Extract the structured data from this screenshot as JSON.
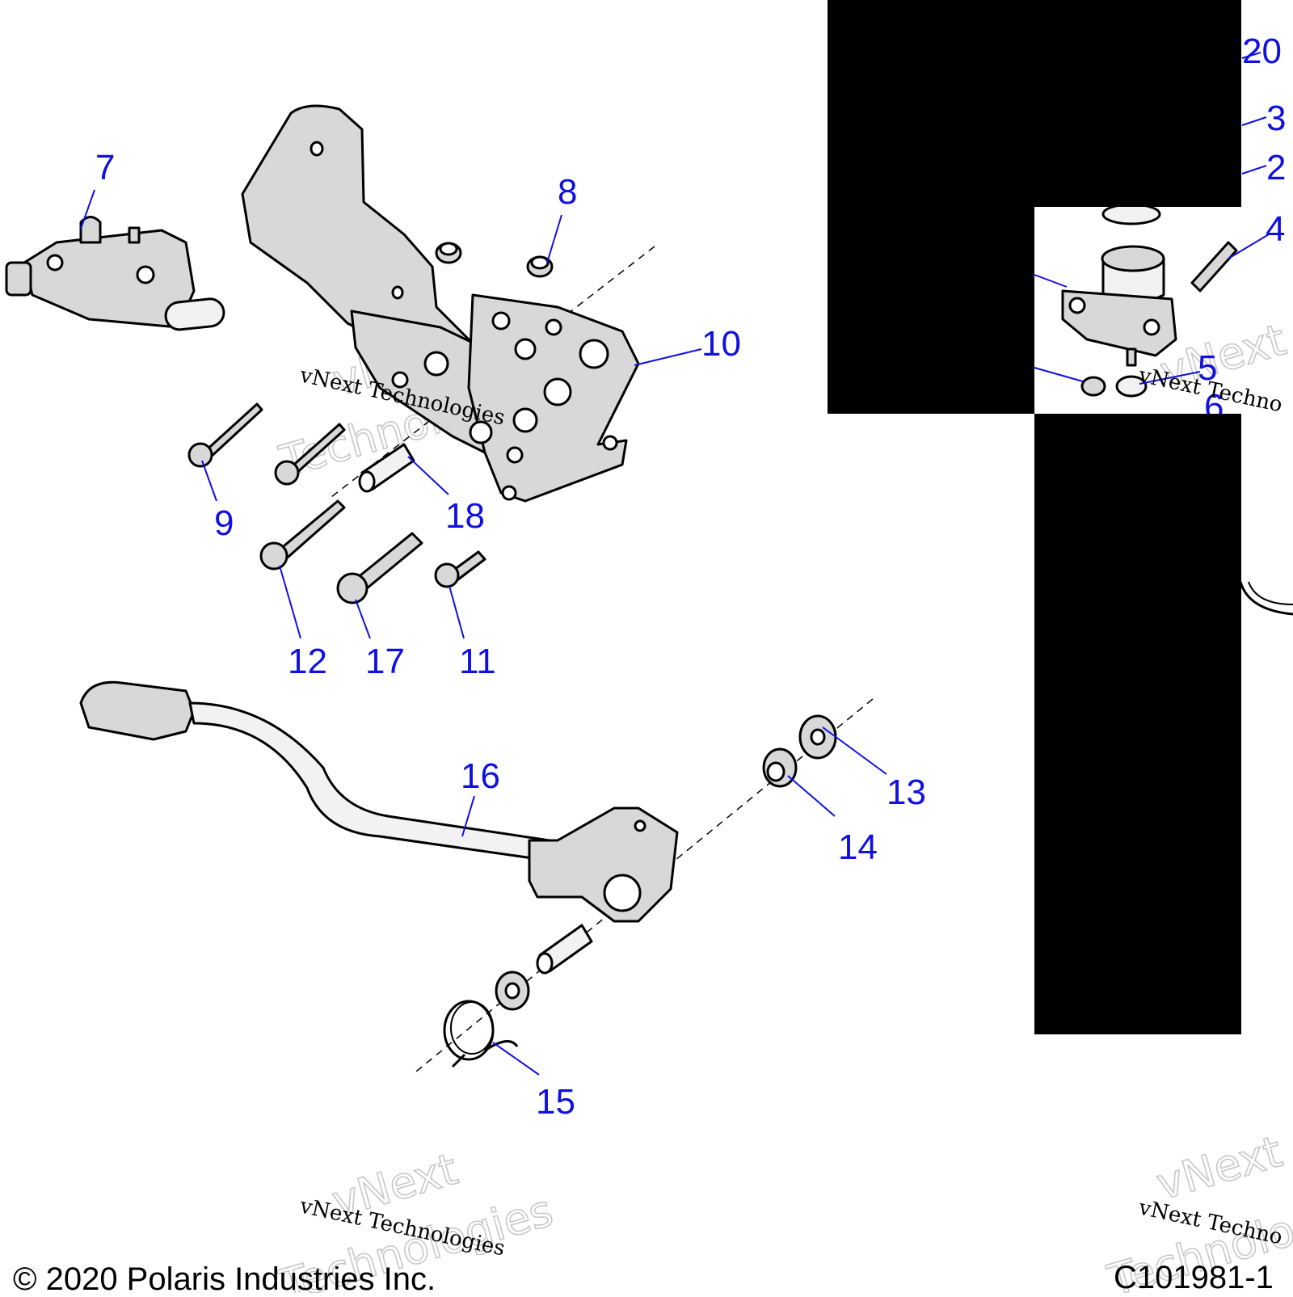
{
  "callouts": {
    "c2": "2",
    "c3": "3",
    "c4": "4",
    "c5": "5",
    "c6": "6",
    "c7": "7",
    "c8": "8",
    "c9": "9",
    "c10": "10",
    "c11": "11",
    "c12": "12",
    "c13": "13",
    "c14": "14",
    "c15": "15",
    "c16": "16",
    "c17": "17",
    "c18": "18",
    "c20": "20"
  },
  "watermark": {
    "line1": "vNext",
    "line2": "Technologies",
    "small": "vNext Technologies",
    "small_cut": "vNext Techno"
  },
  "footer": {
    "copyright": "© 2020 Polaris Industries Inc.",
    "figure_id": "C101981-1"
  },
  "colors": {
    "callout": "#1010e0",
    "line": "#000000",
    "part_fill": "#d8d8d8",
    "redaction": "#000000"
  }
}
